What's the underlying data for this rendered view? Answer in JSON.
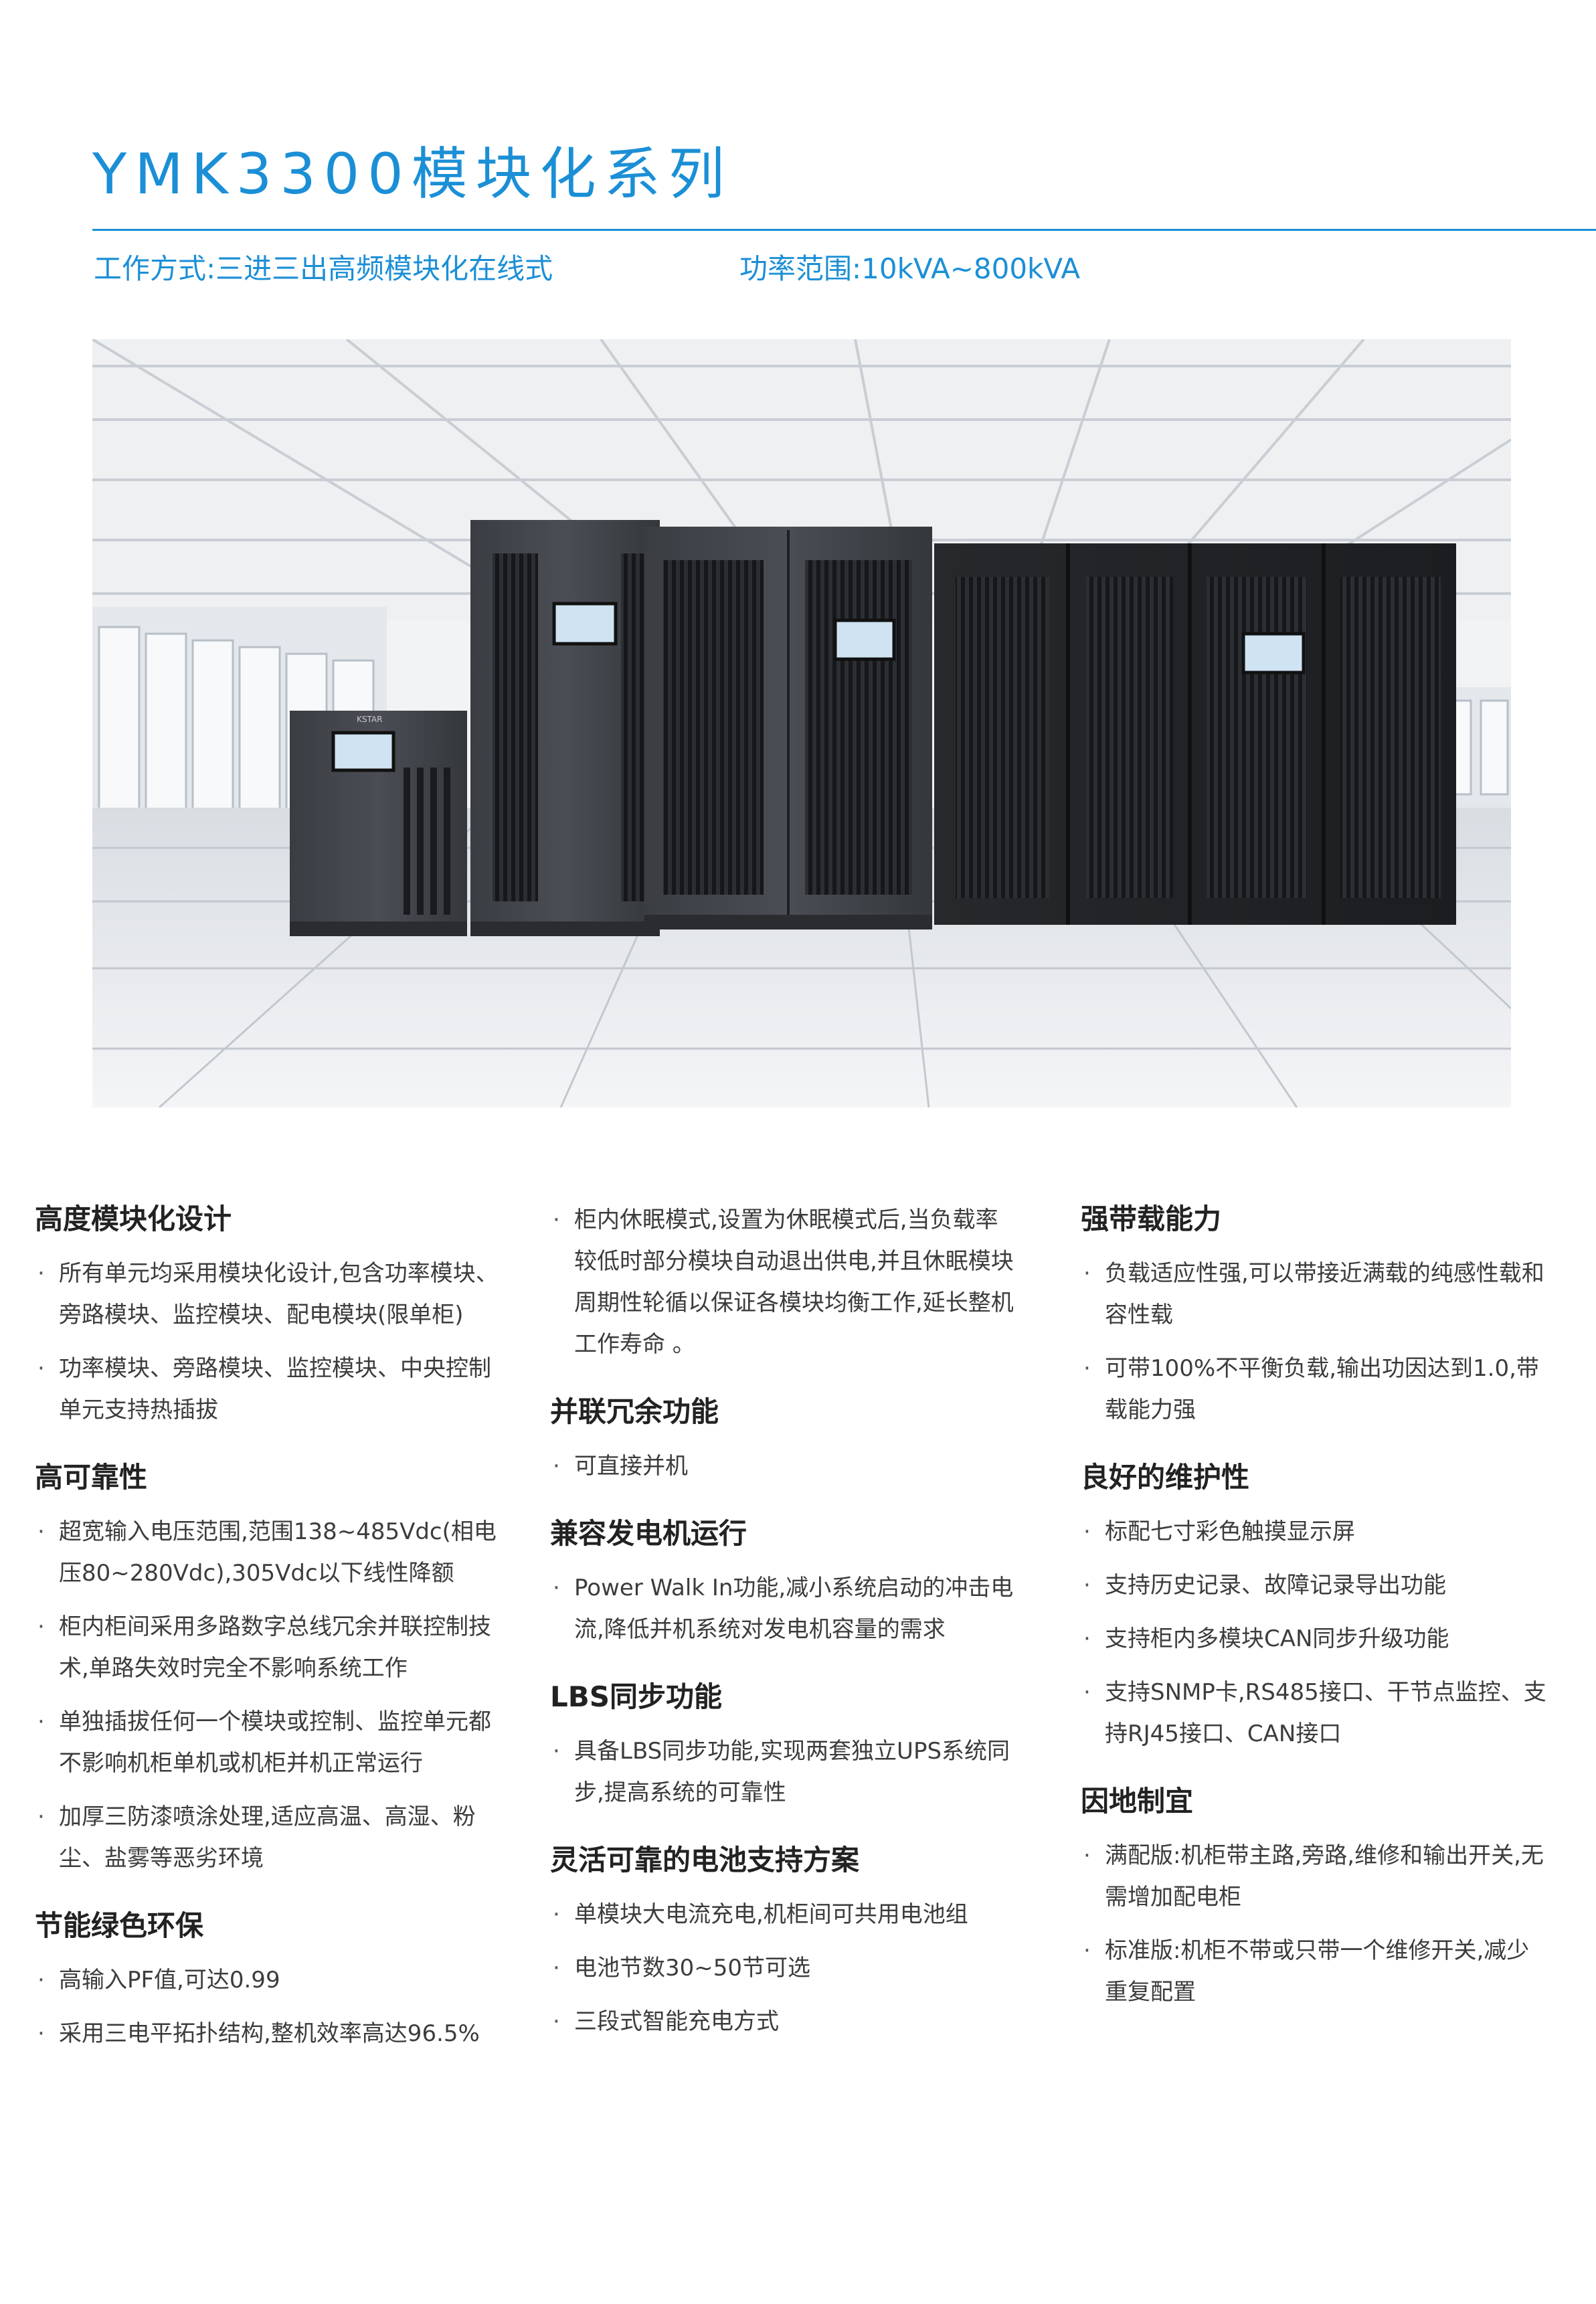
{
  "header": {
    "title": "YMK3300模块化系列",
    "mode": "工作方式:三进三出高频模块化在线式",
    "power": "功率范围:10kVA~800kVA"
  },
  "hero": {
    "brand": "KSTAR",
    "icon": "ups-cabinet-photo"
  },
  "columns": [
    {
      "sections": [
        {
          "title": "高度模块化设计",
          "items": [
            "所有单元均采用模块化设计,包含功率模块、旁路模块、监控模块、配电模块(限单柜)",
            "功率模块、旁路模块、监控模块、中央控制单元支持热插拔"
          ]
        },
        {
          "title": "高可靠性",
          "items": [
            "超宽输入电压范围,范围138~485Vdc(相电压80~280Vdc),305Vdc以下线性降额",
            "柜内柜间采用多路数字总线冗余并联控制技术,单路失效时完全不影响系统工作",
            "单独插拔任何一个模块或控制、监控单元都不影响机柜单机或机柜并机正常运行",
            "加厚三防漆喷涂处理,适应高温、高湿、粉尘、盐雾等恶劣环境"
          ]
        },
        {
          "title": "节能绿色环保",
          "items": [
            "高输入PF值,可达0.99",
            "采用三电平拓扑结构,整机效率高达96.5%"
          ]
        }
      ]
    },
    {
      "lead_items": [
        "柜内休眠模式,设置为休眠模式后,当负载率较低时部分模块自动退出供电,并且休眠模块周期性轮循以保证各模块均衡工作,延长整机工作寿命 。"
      ],
      "sections": [
        {
          "title": "并联冗余功能",
          "items": [
            "可直接并机"
          ]
        },
        {
          "title": "兼容发电机运行",
          "items": [
            "Power Walk In功能,减小系统启动的冲击电流,降低并机系统对发电机容量的需求"
          ]
        },
        {
          "title": "LBS同步功能",
          "items": [
            "具备LBS同步功能,实现两套独立UPS系统同步,提高系统的可靠性"
          ]
        },
        {
          "title": "灵活可靠的电池支持方案",
          "items": [
            "单模块大电流充电,机柜间可共用电池组",
            "电池节数30~50节可选",
            "三段式智能充电方式"
          ]
        }
      ]
    },
    {
      "sections": [
        {
          "title": "强带载能力",
          "items": [
            "负载适应性强,可以带接近满载的纯感性载和容性载",
            "可带100%不平衡负载,输出功因达到1.0,带载能力强"
          ]
        },
        {
          "title": "良好的维护性",
          "items": [
            "标配七寸彩色触摸显示屏",
            "支持历史记录、故障记录导出功能",
            "支持柜内多模块CAN同步升级功能",
            "支持SNMP卡,RS485接口、干节点监控、支持RJ45接口、CAN接口"
          ]
        },
        {
          "title": "因地制宜",
          "items": [
            "满配版:机柜带主路,旁路,维修和输出开关,无需增加配电柜",
            "标准版:机柜不带或只带一个维修开关,减少重复配置"
          ]
        }
      ]
    }
  ]
}
